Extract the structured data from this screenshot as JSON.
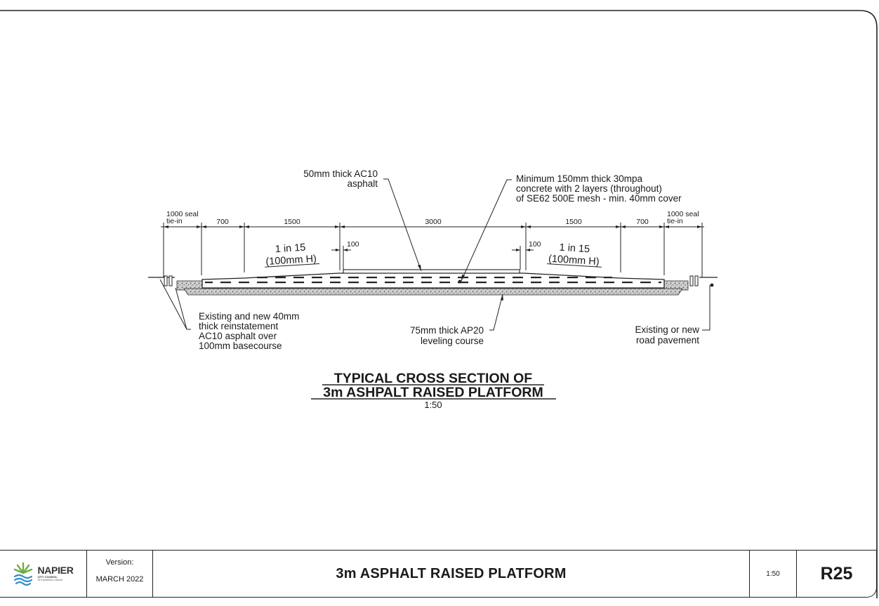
{
  "drawing": {
    "callouts": {
      "asphalt_top": [
        "50mm thick AC10",
        "asphalt"
      ],
      "concrete": [
        "Minimum 150mm thick 30mpa",
        "concrete with 2 layers (throughout)",
        "of SE62 500E mesh - min. 40mm cover"
      ],
      "reinstatement": [
        "Existing and new 40mm",
        "thick reinstatement",
        "AC10 asphalt over",
        "100mm basecourse"
      ],
      "leveling": [
        "75mm thick AP20",
        "leveling course"
      ],
      "road_pavement": [
        "Existing or new",
        "road pavement"
      ]
    },
    "dimensions": {
      "seal_left": [
        "1000 seal",
        "tie-in"
      ],
      "seal_right": [
        "1000 seal",
        "tie-in"
      ],
      "d700_left": "700",
      "d1500_left": "1500",
      "d3000": "3000",
      "d1500_right": "1500",
      "d700_right": "700",
      "d100_left": "100",
      "d100_right": "100"
    },
    "slopes": {
      "left": [
        "1 in 15",
        "(100mm H)"
      ],
      "right": [
        "1 in 15",
        "(100mm H)"
      ]
    },
    "section_title": [
      "TYPICAL CROSS SECTION OF",
      "3m ASHPALT RAISED PLATFORM"
    ],
    "section_scale": "1:50"
  },
  "title_block": {
    "logo": {
      "name": "NAPIER",
      "sub": "CITY COUNCIL",
      "tagline": "Te Kaunihera o Ahuriri",
      "colors": {
        "leaf": "#6cae3e",
        "wave": "#2f8fc9"
      }
    },
    "version_label": "Version:",
    "version_value": "MARCH 2022",
    "title": "3m ASPHALT RAISED PLATFORM",
    "scale": "1:50",
    "drawing_number": "R25"
  }
}
